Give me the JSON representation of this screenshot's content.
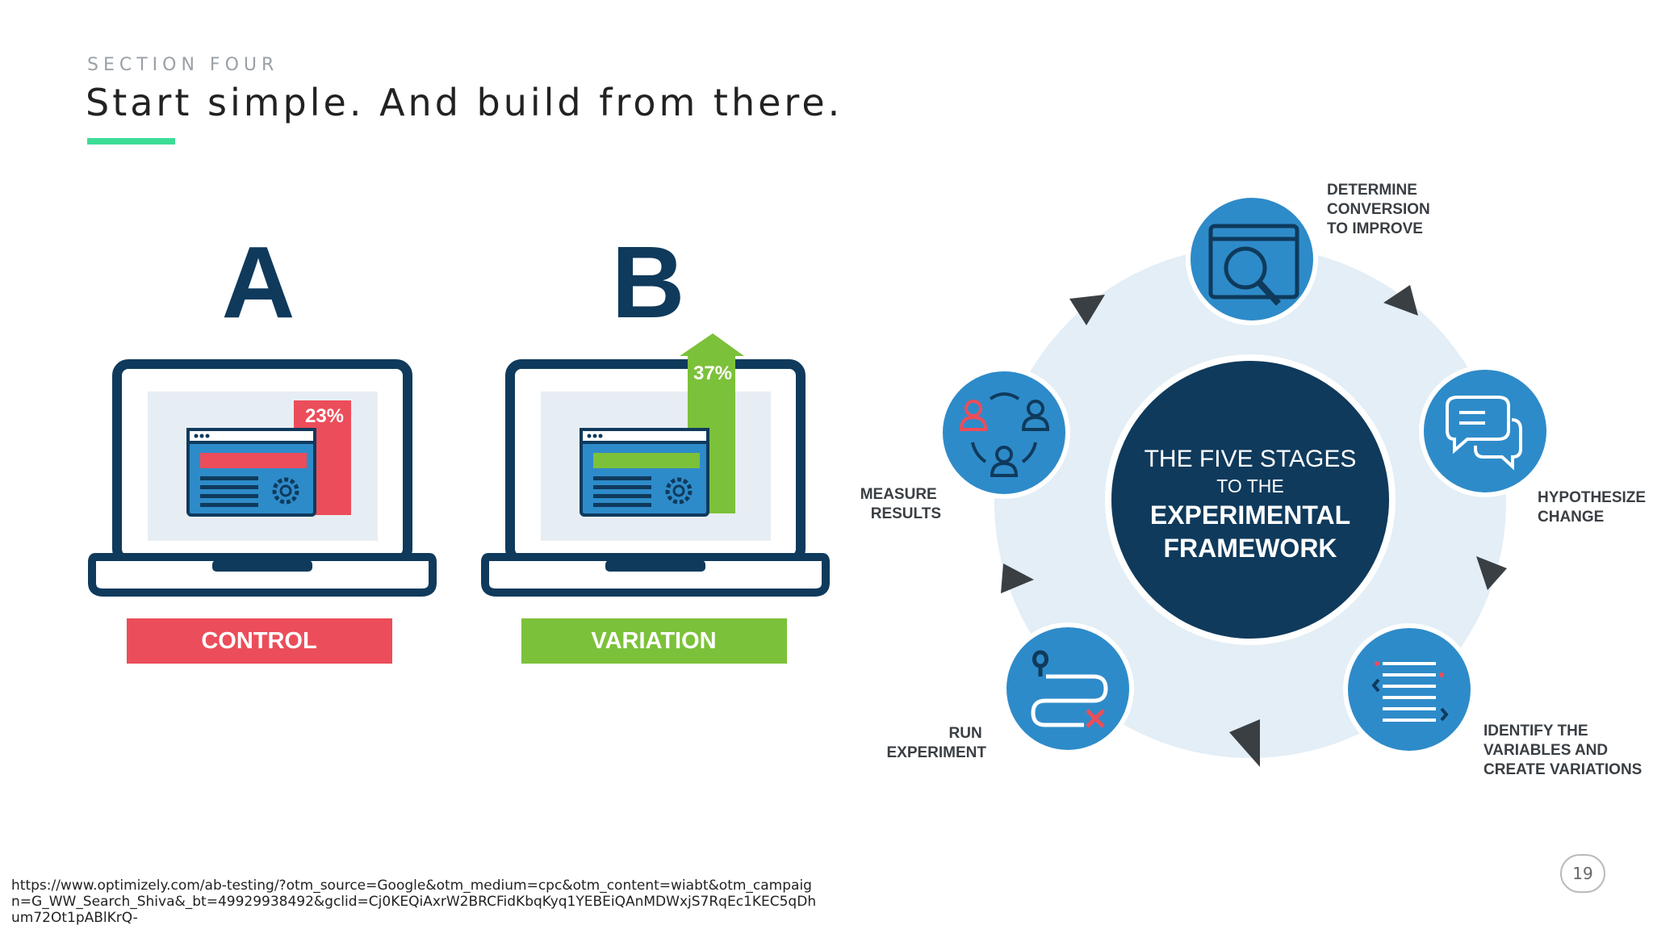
{
  "slide": {
    "section_label": "SECTION FOUR",
    "title": "Start simple. And build from there.",
    "accent_color": "#3ddc97",
    "page_number": "19",
    "source_url": "https://www.optimizely.com/ab-testing/?otm_source=Google&otm_medium=cpc&otm_content=wiabt&otm_campaign=G_WW_Search_Shiva&_bt=49929938492&gclid=Cj0KEQiAxrW2BRCFidKbqKyq1YEBEiQAnMDWxjS7RqEc1KEC5qDhum72Ot1pABlKrQ-"
  },
  "ab_test": {
    "variant_a": {
      "letter": "A",
      "percent": "23%",
      "label": "CONTROL",
      "color": "#ec4d5a"
    },
    "variant_b": {
      "letter": "B",
      "percent": "37%",
      "label": "VARIATION",
      "color": "#7cc13a"
    },
    "navy": "#0f3a5c"
  },
  "framework": {
    "center_line1": "THE FIVE STAGES",
    "center_line2": "TO THE",
    "center_line3": "EXPERIMENTAL",
    "center_line4": "FRAMEWORK",
    "navy": "#0f3a5c",
    "stage_blue": "#2e8bc9",
    "ring_color": "#e3eef6",
    "stages": [
      {
        "icon": "magnifier-browser-icon",
        "lines": [
          "DETERMINE",
          "CONVERSION",
          "TO IMPROVE"
        ]
      },
      {
        "icon": "speech-bubbles-icon",
        "lines": [
          "HYPOTHESIZE",
          "CHANGE"
        ]
      },
      {
        "icon": "text-list-icon",
        "lines": [
          "IDENTIFY THE",
          "VARIABLES AND",
          "CREATE VARIATIONS"
        ]
      },
      {
        "icon": "route-icon",
        "lines": [
          "RUN",
          "EXPERIMENT"
        ]
      },
      {
        "icon": "users-cycle-icon",
        "lines": [
          "MEASURE",
          "RESULTS"
        ]
      }
    ]
  }
}
